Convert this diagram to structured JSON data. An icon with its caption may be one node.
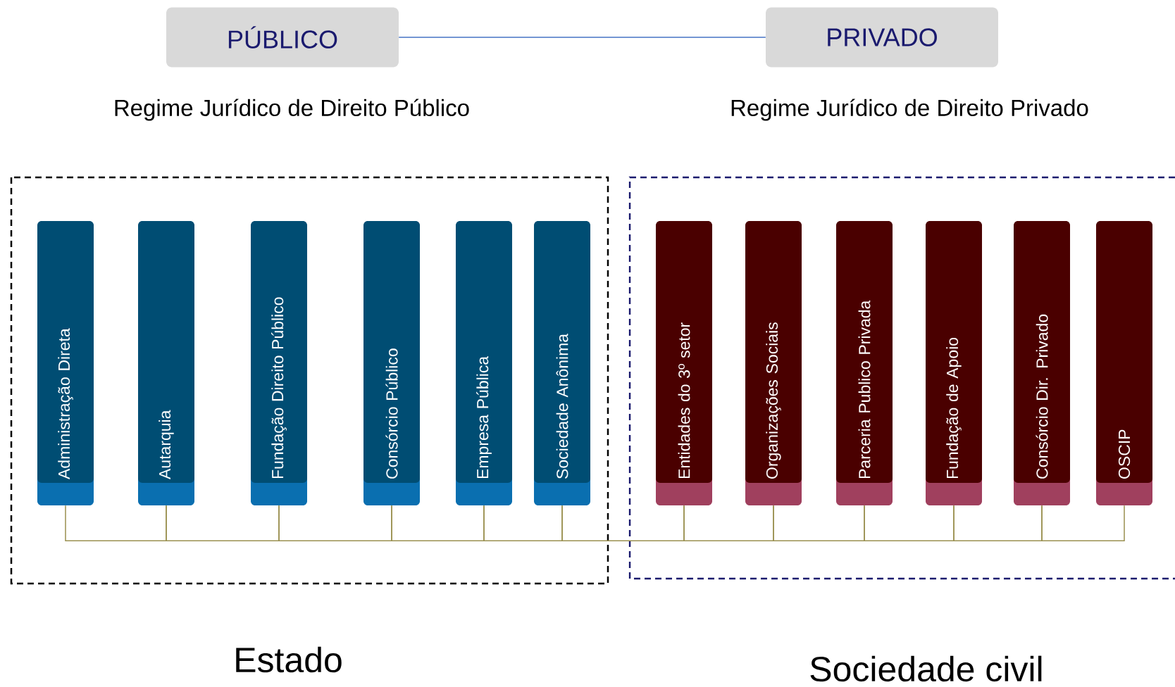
{
  "diagram": {
    "nodes": [
      {
        "text": [
          "PÚBLICO"
        ]
      },
      {
        "text": [
          "PRIVADO"
        ]
      },
      {
        "text": [
          "Estado"
        ]
      },
      {
        "text": [
          "Sociedade civil"
        ]
      },
      {
        "text": [
          "Administração Direta"
        ],
        "in": 2
      },
      {
        "text": [
          "Autarquia"
        ],
        "in": 2
      },
      {
        "text": [
          "Fundação Direito Público"
        ],
        "in": 2
      },
      {
        "text": [
          "Consórcio Público"
        ],
        "in": 2
      },
      {
        "text": [
          "Empresa Pública"
        ],
        "in": 2
      },
      {
        "text": [
          "Sociedade Anônima"
        ],
        "in": 2
      },
      {
        "text": [
          "Entidades do 3º setor"
        ],
        "in": 3
      },
      {
        "text": [
          "Organizações   Sociais"
        ],
        "in": 3
      },
      {
        "text": [
          "Parceria Publico Privada"
        ],
        "in": 3
      },
      {
        "text": [
          "Fundação de Apoio"
        ],
        "in": 3
      },
      {
        "text": [
          "Consórcio  Dir. Privado"
        ],
        "in": 3
      },
      {
        "text": [
          "OSCIP"
        ],
        "in": 3
      }
    ],
    "edges": [
      {
        "from": 0,
        "to": 1,
        "arrow": "none",
        "color": "#4472c4"
      },
      {
        "from": 4,
        "to": 5,
        "arrow": "none"
      },
      {
        "from": 5,
        "to": 6,
        "arrow": "none"
      },
      {
        "from": 6,
        "to": 7,
        "arrow": "none"
      },
      {
        "from": 7,
        "to": 8,
        "arrow": "none"
      },
      {
        "from": 8,
        "to": 9,
        "arrow": "none"
      },
      {
        "from": 9,
        "to": 10,
        "arrow": "none"
      },
      {
        "from": 10,
        "to": 11,
        "arrow": "none"
      },
      {
        "from": 11,
        "to": 12,
        "arrow": "none"
      },
      {
        "from": 12,
        "to": 13,
        "arrow": "none"
      },
      {
        "from": 13,
        "to": 14,
        "arrow": "none"
      },
      {
        "from": 14,
        "to": 15,
        "arrow": "none"
      }
    ],
    "labels": [
      "Regime Jurídico  de Direito Público",
      "Regime Jurídico de Direito Privado"
    ]
  }
}
